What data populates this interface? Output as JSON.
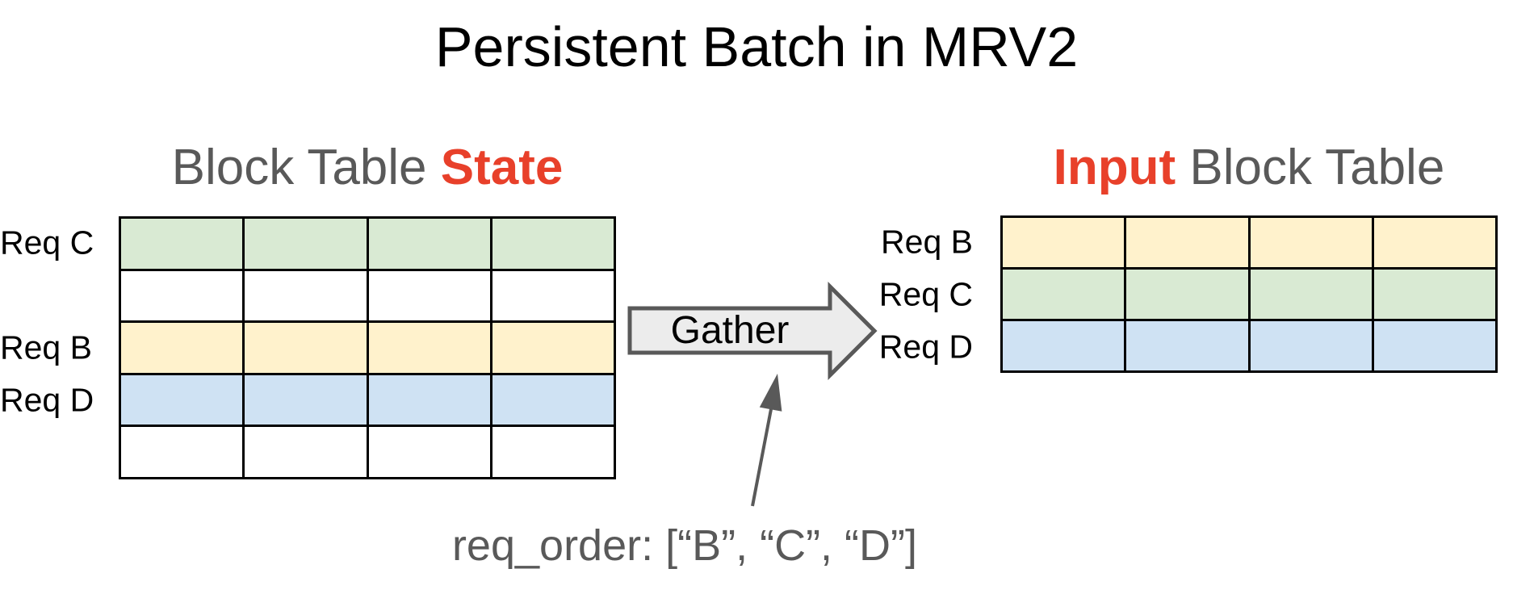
{
  "title": "Persistent Batch in MRV2",
  "colors": {
    "accent_red": "#e8402a",
    "gray_text": "#595959",
    "table_line": "#000000",
    "green_block": "#d9ead3",
    "yellow_block": "#fff2cc",
    "blue_block": "#cfe2f3",
    "white_block": "#ffffff",
    "arrow_fill": "#ececec",
    "arrow_stroke": "#595959"
  },
  "left_panel": {
    "heading_plain": "Block Table ",
    "heading_accent": "State",
    "columns": 4,
    "rows": [
      {
        "label": "Req C",
        "color": "#d9ead3"
      },
      {
        "label": "",
        "color": "#ffffff"
      },
      {
        "label": "Req B",
        "color": "#fff2cc"
      },
      {
        "label": "Req D",
        "color": "#cfe2f3"
      },
      {
        "label": "",
        "color": "#ffffff"
      }
    ]
  },
  "right_panel": {
    "heading_accent": "Input",
    "heading_plain": " Block Table",
    "columns": 4,
    "rows": [
      {
        "label": "Req B",
        "color": "#fff2cc"
      },
      {
        "label": "Req C",
        "color": "#d9ead3"
      },
      {
        "label": "Req D",
        "color": "#cfe2f3"
      }
    ]
  },
  "gather_arrow": {
    "label": "Gather"
  },
  "annotation": {
    "text": "req_order: [“B”, “C”, “D”]"
  }
}
